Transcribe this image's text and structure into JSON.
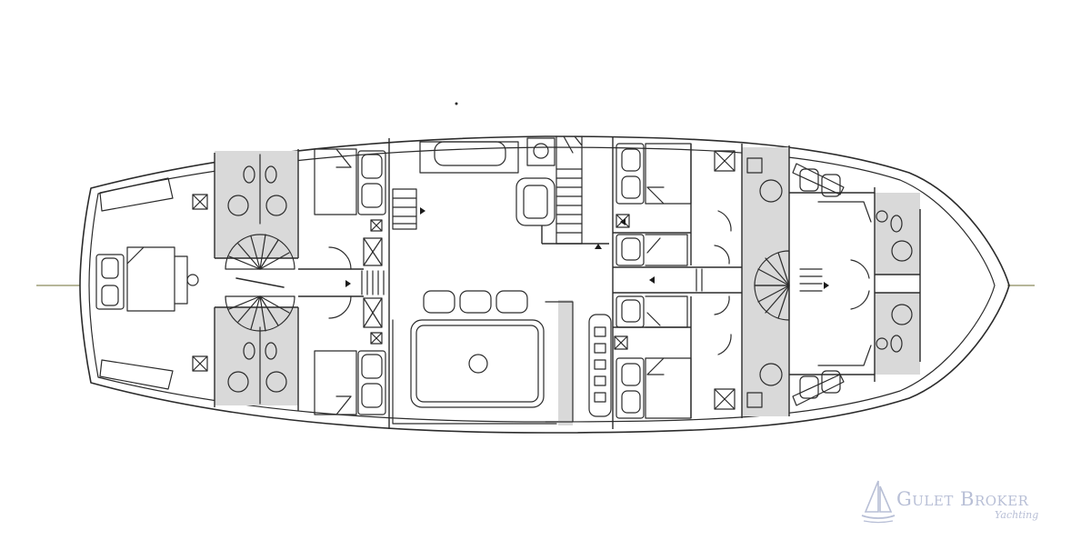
{
  "diagram": {
    "kind": "gulet deck floor plan",
    "colors": {
      "line": "#2b2b2b",
      "wet_area": "#d9d9d9",
      "background": "#ffffff",
      "centerline": "#8a8a5c",
      "watermark": "#b8bfd6"
    }
  },
  "watermark": {
    "brand": "Gulet Broker",
    "tagline": "Yachting"
  }
}
